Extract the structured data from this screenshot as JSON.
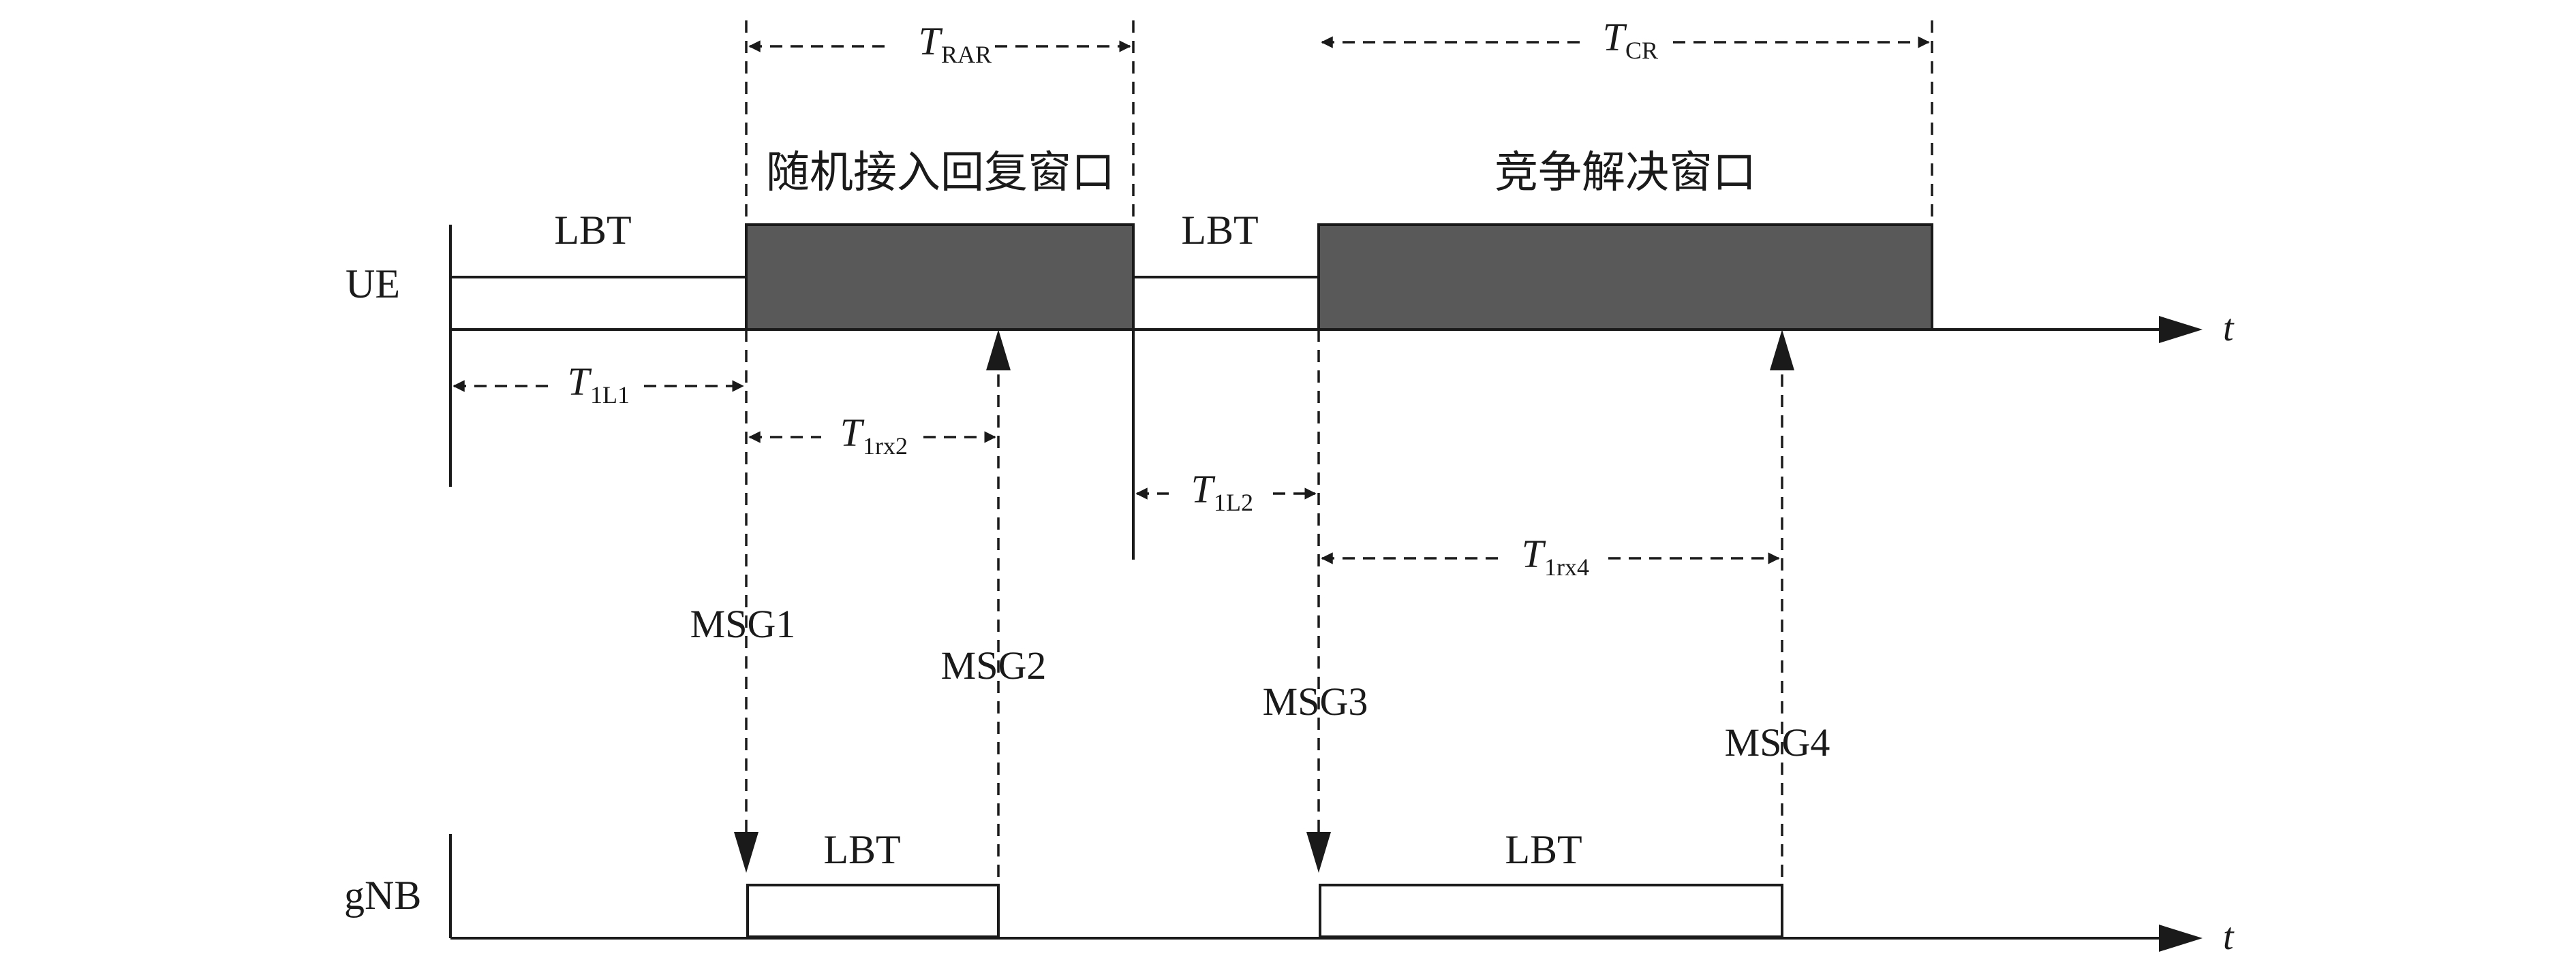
{
  "rows": {
    "ue": "UE",
    "gnb": "gNB"
  },
  "axis_label": "t",
  "windows": {
    "rar": "随机接入回复窗口",
    "cr": "竞争解决窗口"
  },
  "lbt": {
    "ue_first": "LBT",
    "ue_second": "LBT",
    "gnb_first": "LBT",
    "gnb_second": "LBT"
  },
  "messages": {
    "msg1": "MSG1",
    "msg2": "MSG2",
    "msg3": "MSG3",
    "msg4": "MSG4"
  },
  "timers": {
    "t_rar": {
      "base": "T",
      "sub": "RAR"
    },
    "t_cr": {
      "base": "T",
      "sub": "CR"
    },
    "t_1l1": {
      "base": "T",
      "sub": "1L1"
    },
    "t_1rx2": {
      "base": "T",
      "sub": "1rx2"
    },
    "t_1l2": {
      "base": "T",
      "sub": "1L2"
    },
    "t_1rx4": {
      "base": "T",
      "sub": "1rx4"
    }
  },
  "colors": {
    "window_fill": "#595959",
    "ink": "#1a1a1a"
  }
}
